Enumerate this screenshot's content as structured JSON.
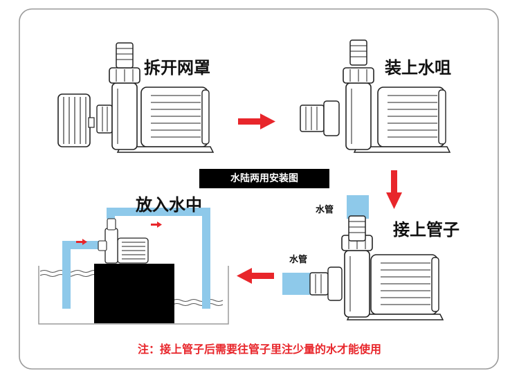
{
  "steps": {
    "step1": "拆开网罩",
    "step2": "装上水咀",
    "step3": "接上管子",
    "step4": "放入水中"
  },
  "banner": "水陆两用安装图",
  "hose_label_top": "水管",
  "hose_label_side": "水管",
  "note": "注：接上管子后需要往管子里注少量的水才能使用",
  "colors": {
    "arrow_red": "#e8262b",
    "hose_blue": "#8ec9ea",
    "outline": "#222222",
    "frame": "#888888"
  },
  "icons": [
    "pump-with-cage",
    "pump-with-nozzle",
    "pump-with-hoses",
    "pump-in-tank",
    "arrow-right",
    "arrow-down",
    "arrow-left"
  ]
}
